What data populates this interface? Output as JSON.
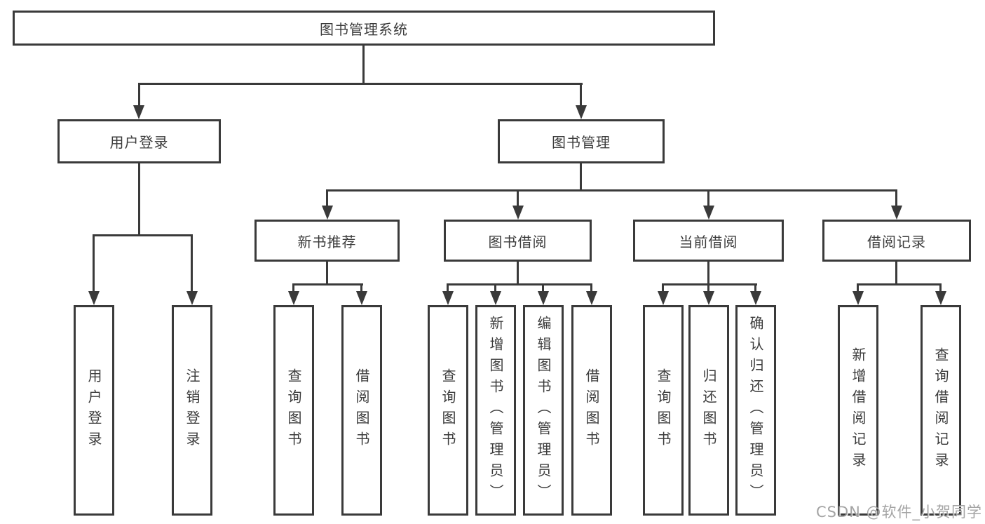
{
  "diagram_title": "图书管理系统",
  "tree": {
    "label": "图书管理系统",
    "children": [
      {
        "label": "用户登录",
        "children": [
          {
            "label": "用户登录"
          },
          {
            "label": "注销登录"
          }
        ]
      },
      {
        "label": "图书管理",
        "children": [
          {
            "label": "新书推荐",
            "children": [
              {
                "label": "查询图书"
              },
              {
                "label": "借阅图书"
              }
            ]
          },
          {
            "label": "图书借阅",
            "children": [
              {
                "label": "查询图书"
              },
              {
                "label": "新增图书（管理员）"
              },
              {
                "label": "编辑图书（管理员）"
              },
              {
                "label": "借阅图书"
              }
            ]
          },
          {
            "label": "当前借阅",
            "children": [
              {
                "label": "查询图书"
              },
              {
                "label": "归还图书"
              },
              {
                "label": "确认归还（管理员）"
              }
            ]
          },
          {
            "label": "借阅记录",
            "children": [
              {
                "label": "新增借阅记录"
              },
              {
                "label": "查询借阅记录"
              }
            ]
          }
        ]
      }
    ]
  },
  "watermark": {
    "text": "CSDN @软件_小贺同学"
  },
  "colors": {
    "line": "#3a3a3a",
    "text": "#3c3c3c",
    "background": "#ffffff",
    "watermark": "#949494"
  }
}
